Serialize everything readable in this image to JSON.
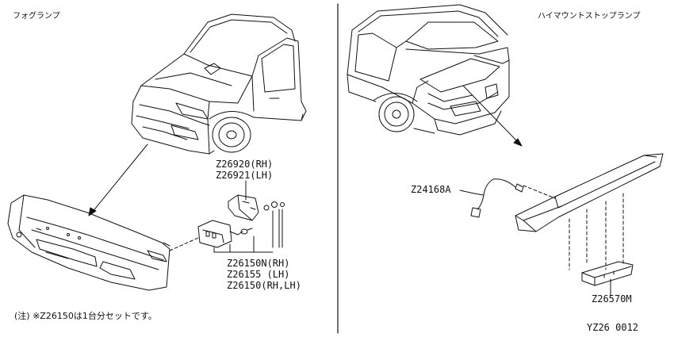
{
  "sections": {
    "left_title": "フォグランプ",
    "right_title": "ハイマウントストップランプ"
  },
  "fog_lamp": {
    "bracket_parts": [
      "Z26920(RH)",
      "Z26921(LH)"
    ],
    "lamp_parts": [
      "Z26150N(RH)",
      "Z26155 (LH)",
      "Z26150(RH,LH)"
    ]
  },
  "stop_lamp": {
    "harness_part": "Z24168A",
    "lamp_part": "Z26570M"
  },
  "note": "(注) ※Z26150は1台分セットです。",
  "figure_code": "YZ26 0012"
}
